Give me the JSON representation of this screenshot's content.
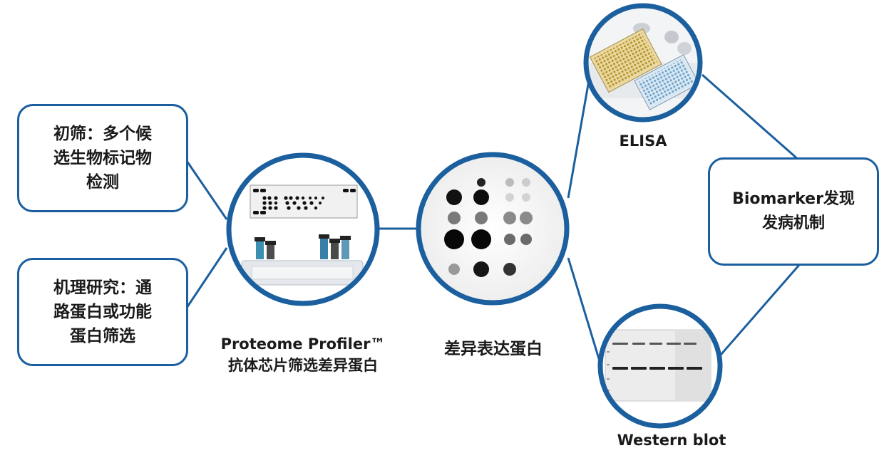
{
  "left_boxes": {
    "screening": [
      "初筛：多个候",
      "选生物标记物",
      "检测"
    ],
    "mechanism": [
      "机理研究：通",
      "路蛋白或功能",
      "蛋白筛选"
    ]
  },
  "profiler": {
    "caption_line1": "Proteome Profiler™",
    "caption_line2": "抗体芯片筛选差异蛋白"
  },
  "dot_blot": {
    "caption": "差异表达蛋白"
  },
  "elisa": {
    "label": "ELISA"
  },
  "western": {
    "label": "Western blot"
  },
  "result_box": [
    "Biomarker发现",
    "发病机制"
  ],
  "colors": {
    "accent": "#1b5f9e"
  }
}
